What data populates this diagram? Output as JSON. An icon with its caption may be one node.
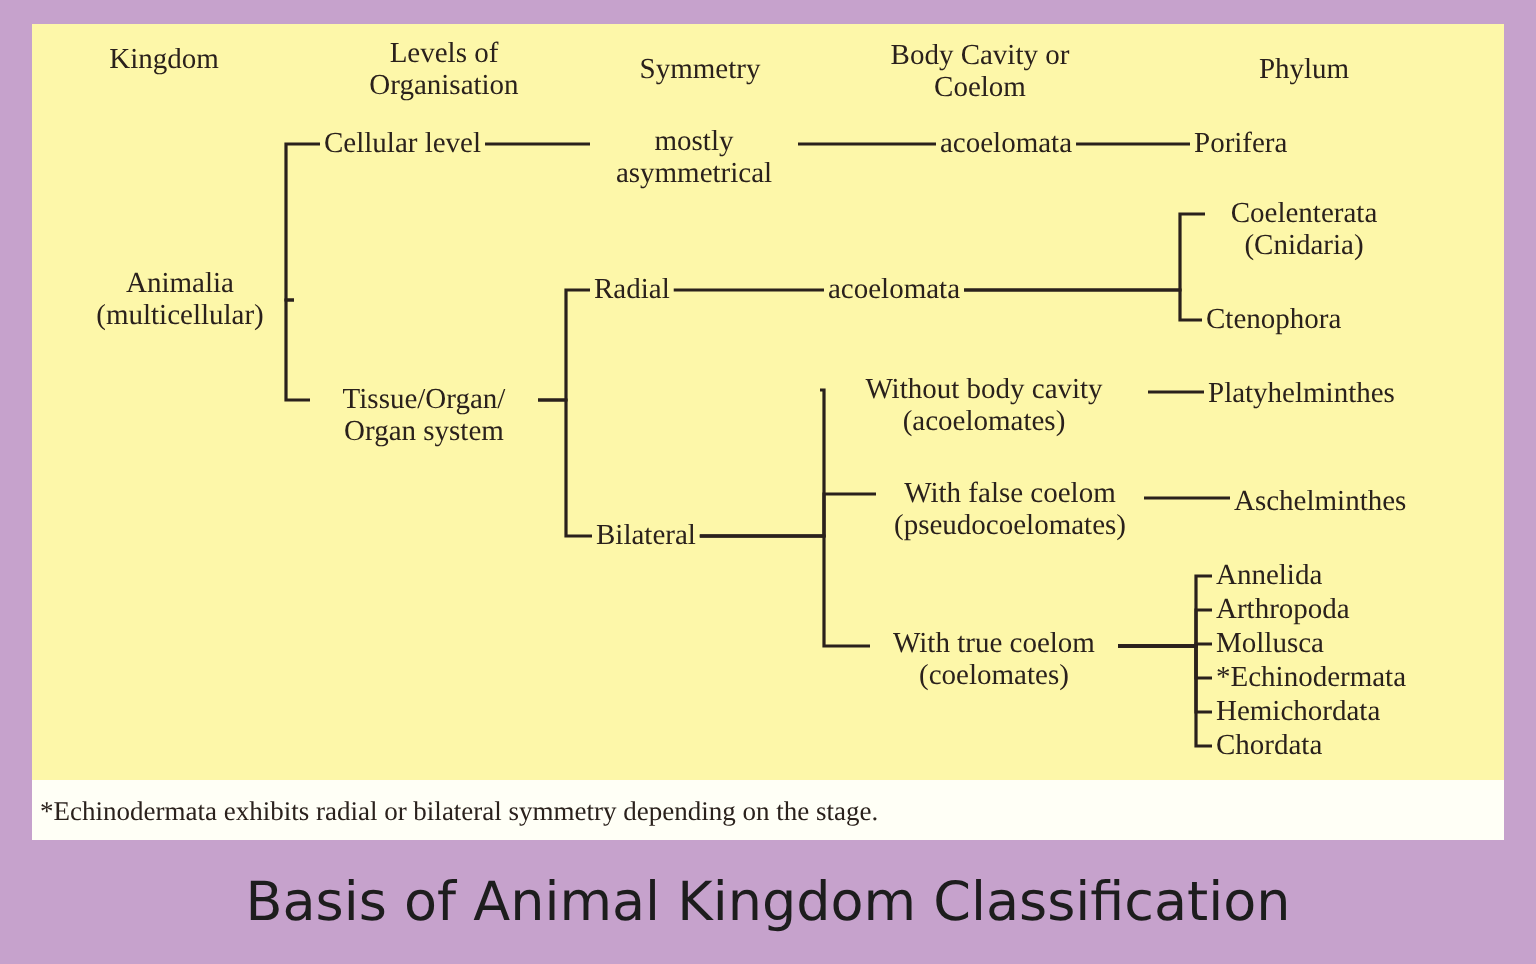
{
  "diagram": {
    "title": "Basis of Animal Kingdom Classification",
    "nodes": [
      {
        "text": [
          "Animalia (multicellular)"
        ]
      },
      {
        "text": [
          "Cellular level"
        ]
      },
      {
        "text": [
          "Tissue/Organ/ Organ system"
        ]
      },
      {
        "text": [
          "mostly asymmetrical"
        ]
      },
      {
        "text": [
          "Radial"
        ]
      },
      {
        "text": [
          "Bilateral"
        ]
      },
      {
        "text": [
          "acoelomata"
        ]
      },
      {
        "text": [
          "acoelomata"
        ]
      },
      {
        "text": [
          "Without body cavity (acoelomates)"
        ]
      },
      {
        "text": [
          "With false coelom (pseudocoelomates)"
        ]
      },
      {
        "text": [
          "With true coelom (coelomates)"
        ]
      },
      {
        "text": [
          "Porifera"
        ]
      },
      {
        "text": [
          "Coelenterata (Cnidaria)"
        ]
      },
      {
        "text": [
          "Ctenophora"
        ]
      },
      {
        "text": [
          "Platyhelminthes"
        ]
      },
      {
        "text": [
          "Aschelminthes"
        ]
      },
      {
        "text": [
          "Annelida"
        ]
      },
      {
        "text": [
          "Arthropoda"
        ]
      },
      {
        "text": [
          "Mollusca"
        ]
      },
      {
        "text": [
          "*Echinodermata"
        ]
      },
      {
        "text": [
          "Hemichordata"
        ]
      },
      {
        "text": [
          "Chordata"
        ]
      }
    ],
    "edges": [
      {
        "from": 0,
        "to": 1,
        "arrow": "none"
      },
      {
        "from": 0,
        "to": 2,
        "arrow": "none"
      },
      {
        "from": 1,
        "to": 3,
        "arrow": "none"
      },
      {
        "from": 3,
        "to": 6,
        "arrow": "none"
      },
      {
        "from": 6,
        "to": 11,
        "arrow": "none"
      },
      {
        "from": 2,
        "to": 4,
        "arrow": "none"
      },
      {
        "from": 2,
        "to": 5,
        "arrow": "none"
      },
      {
        "from": 4,
        "to": 7,
        "arrow": "none"
      },
      {
        "from": 7,
        "to": 12,
        "arrow": "none"
      },
      {
        "from": 7,
        "to": 13,
        "arrow": "none"
      },
      {
        "from": 5,
        "to": 8,
        "arrow": "none"
      },
      {
        "from": 5,
        "to": 9,
        "arrow": "none"
      },
      {
        "from": 5,
        "to": 10,
        "arrow": "none"
      },
      {
        "from": 8,
        "to": 14,
        "arrow": "none"
      },
      {
        "from": 9,
        "to": 15,
        "arrow": "none"
      },
      {
        "from": 10,
        "to": 16,
        "arrow": "none"
      },
      {
        "from": 10,
        "to": 17,
        "arrow": "none"
      },
      {
        "from": 10,
        "to": 18,
        "arrow": "none"
      },
      {
        "from": 10,
        "to": 19,
        "arrow": "none"
      },
      {
        "from": 10,
        "to": 20,
        "arrow": "none"
      },
      {
        "from": 10,
        "to": 21,
        "arrow": "none"
      }
    ],
    "labels": [
      "Kingdom",
      "Levels of Organisation",
      "Symmetry",
      "Body Cavity or Coelom",
      "Phylum",
      "*Echinodermata exhibits radial or bilateral symmetry depending on the stage."
    ]
  }
}
